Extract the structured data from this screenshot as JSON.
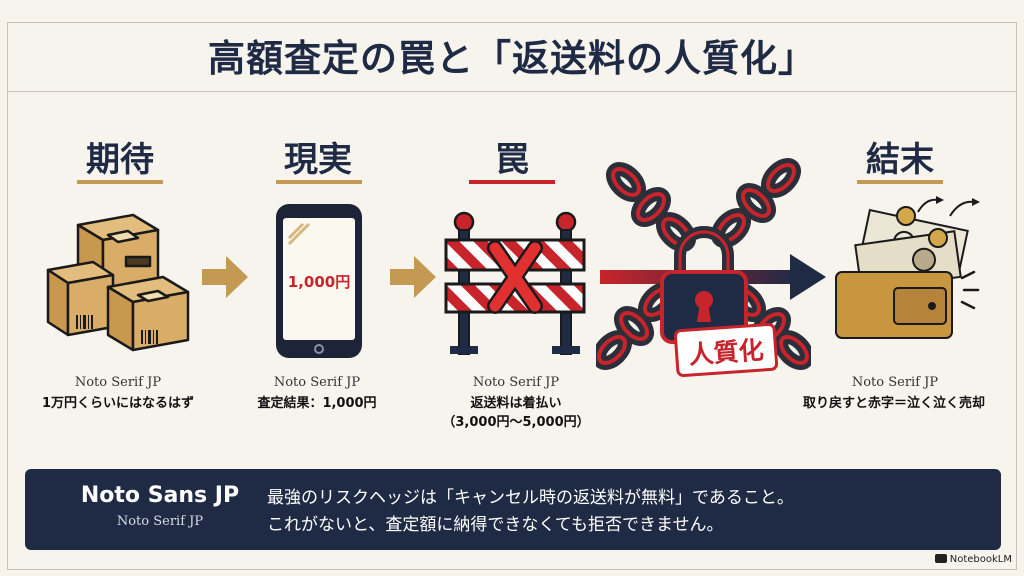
{
  "title": "高額査定の罠と「返送料の人質化」",
  "steps": [
    {
      "heading": "期待",
      "font_label": "Noto Serif JP",
      "caption": "1万円くらいにはなるはず"
    },
    {
      "heading": "現実",
      "font_label": "Noto Serif JP",
      "caption": "査定結果：1,000円",
      "phone_value": "1,000円"
    },
    {
      "heading": "罠",
      "font_label": "Noto Serif JP",
      "caption_lines": [
        "返送料は着払い",
        "（3,000円〜5,000円）"
      ]
    },
    {
      "heading": "結末",
      "font_label": "Noto Serif JP",
      "caption": "取り戻すと赤字＝泣く泣く売却"
    }
  ],
  "lock_label": "人質化",
  "banner": {
    "title": "Noto Sans JP",
    "subtitle": "Noto Serif JP",
    "lines": [
      "最強のリスクヘッジは「キャンセル時の返送料が無料」であること。",
      "これがないと、査定額に納得できなくても拒否できません。"
    ]
  },
  "brand": "NotebookLM",
  "colors": {
    "navy": "#1f2a44",
    "gold": "#c49a52",
    "red": "#c8242b",
    "background": "#f7f4ee"
  }
}
